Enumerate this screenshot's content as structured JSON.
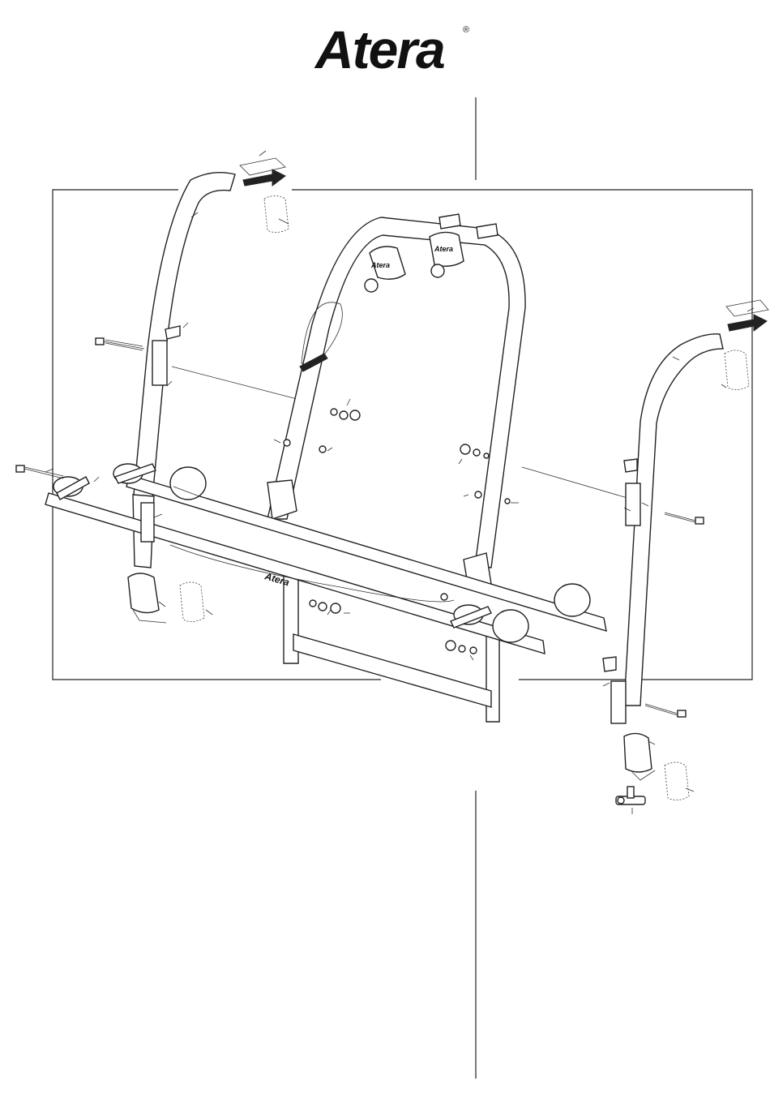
{
  "brand": {
    "name": "Atera",
    "registered_mark": "®"
  },
  "diagram": {
    "subject": "bike-carrier-exploded-view",
    "rack_brand_labels": [
      "Atera",
      "Atera",
      "Atera"
    ]
  }
}
